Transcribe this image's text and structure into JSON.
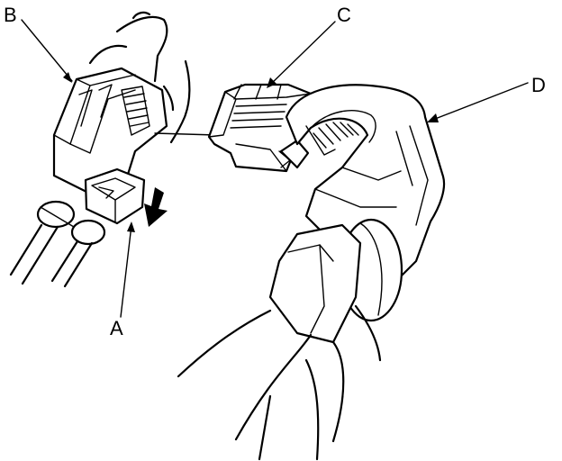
{
  "labels": {
    "a": "A",
    "b": "B",
    "c": "C",
    "d": "D"
  },
  "icons": {
    "arrow": "black-arrow-icon"
  },
  "colors": {
    "line": "#000000",
    "background": "#ffffff"
  }
}
